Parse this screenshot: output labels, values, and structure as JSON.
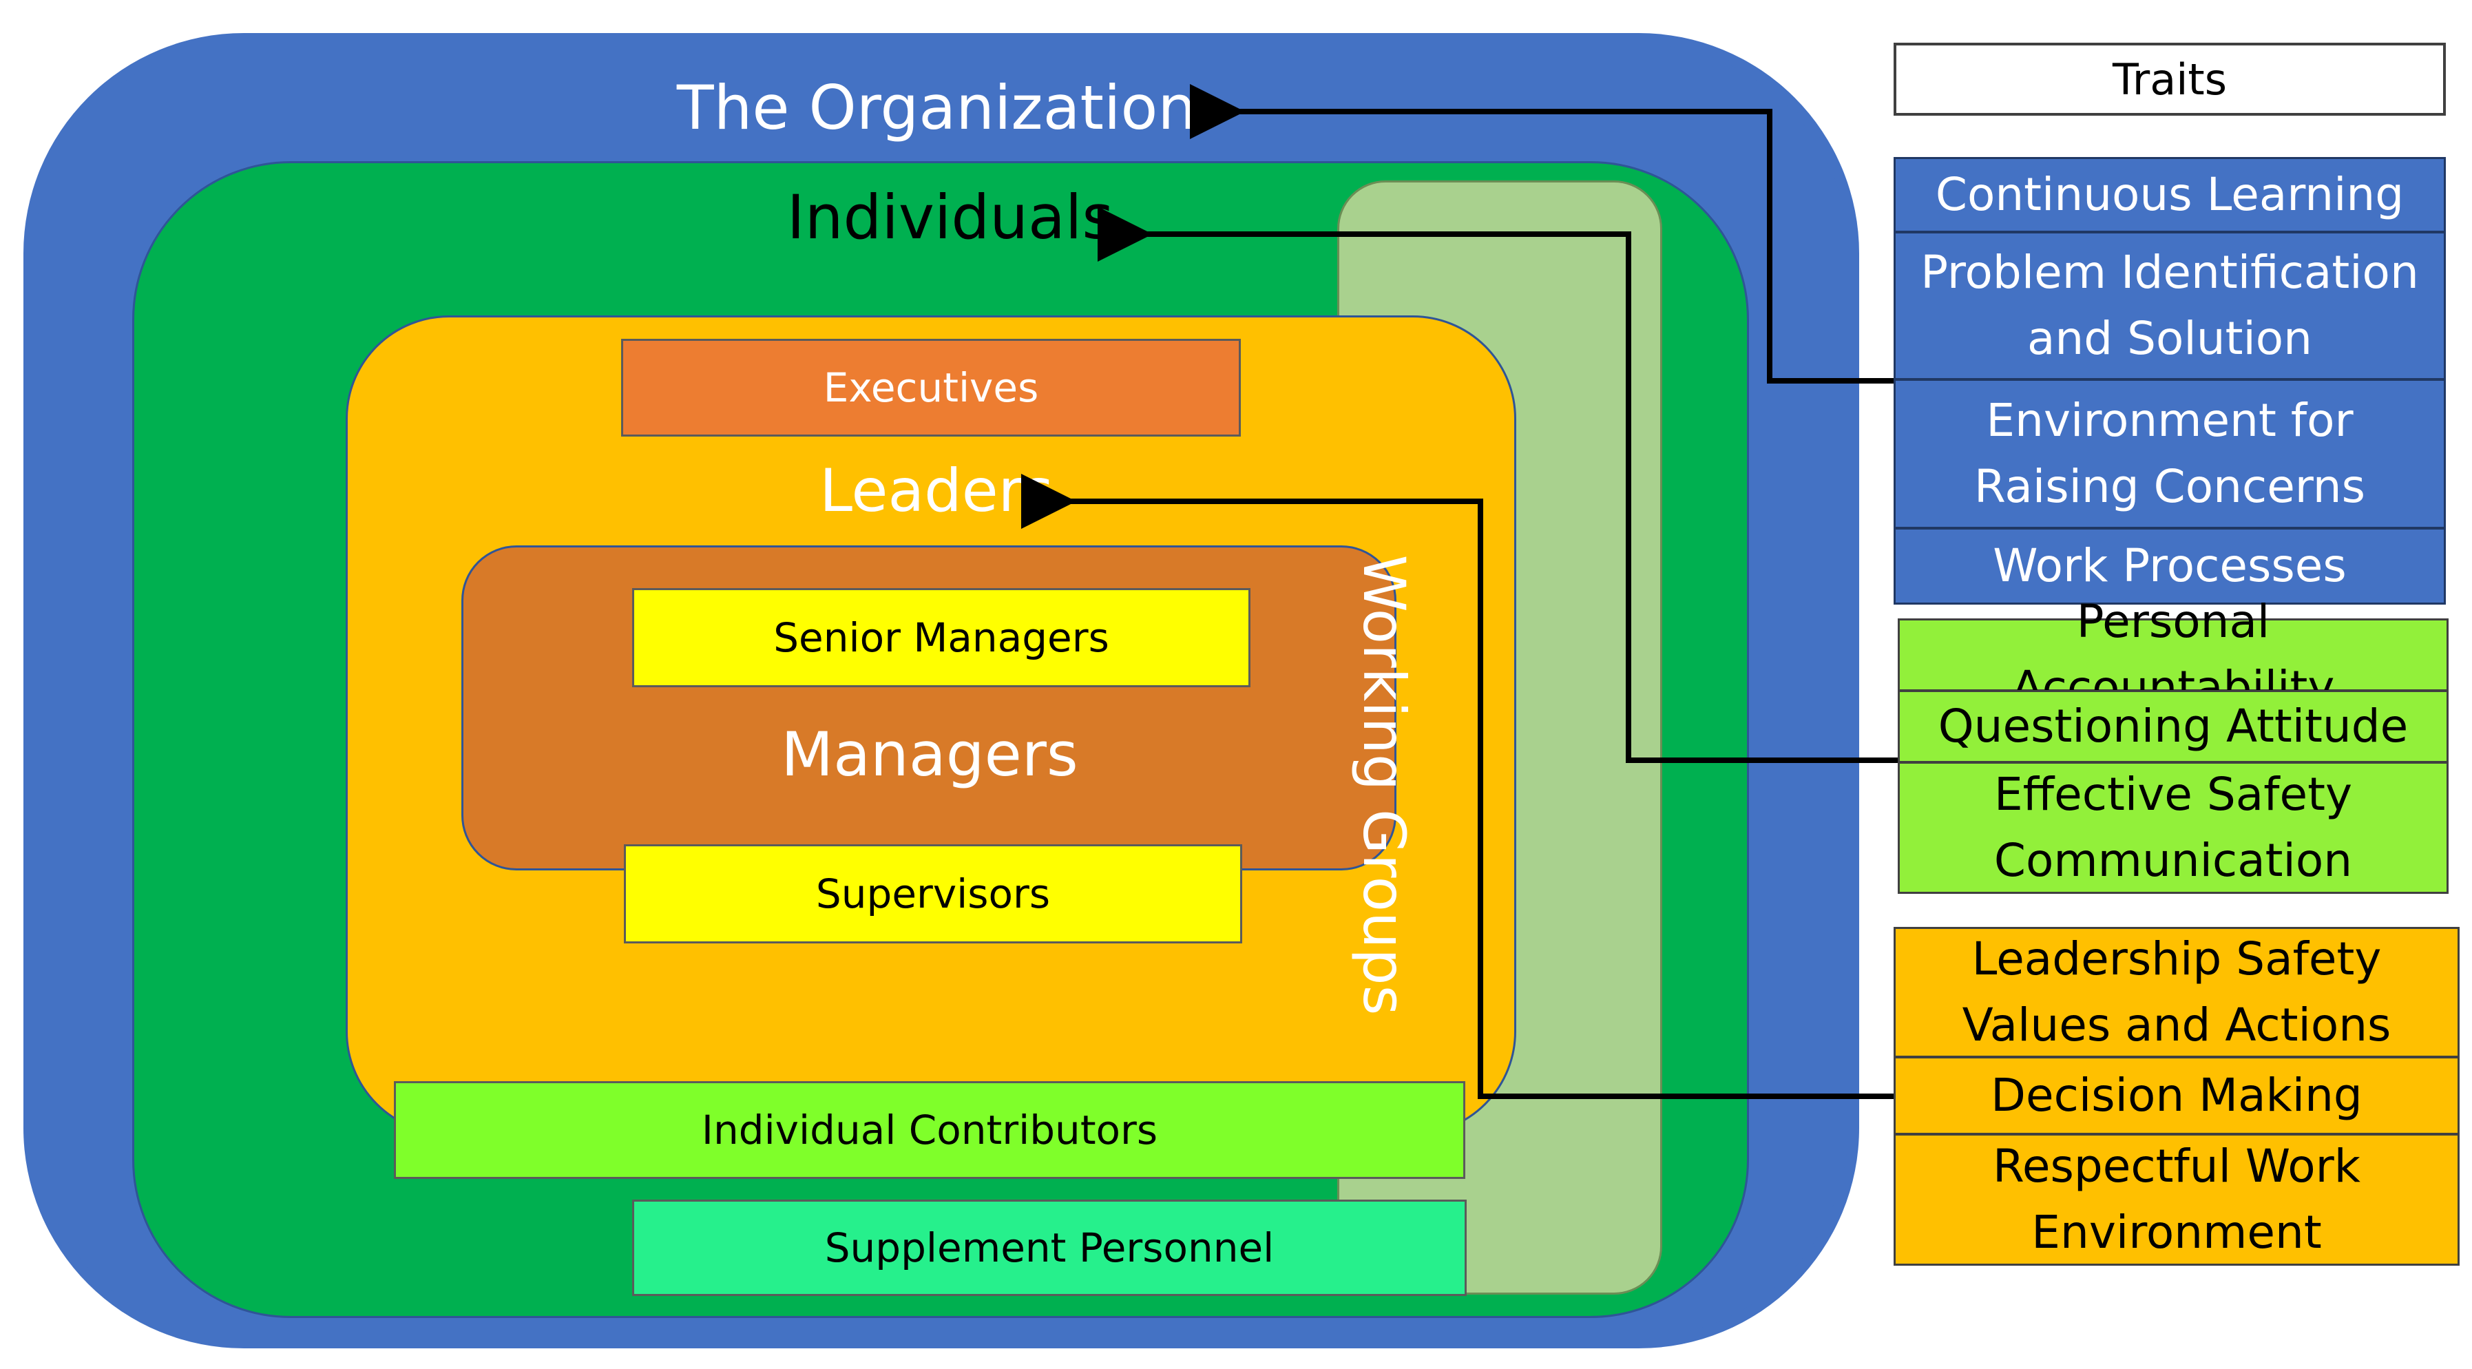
{
  "diagram": {
    "organization_label": "The Organization",
    "individuals_label": "Individuals",
    "working_groups_label": "Working Groups",
    "leaders_label": "Leaders",
    "managers_label": "Managers",
    "roles": {
      "executives": "Executives",
      "senior_managers": "Senior Managers",
      "supervisors": "Supervisors",
      "individual_contributors": "Individual Contributors",
      "supplement_personnel": "Supplement Personnel"
    }
  },
  "traits": {
    "header": "Traits",
    "organization": [
      "Continuous Learning",
      "Problem Identification and Solution",
      "Environment for Raising Concerns",
      "Work Processes"
    ],
    "individuals": [
      "Personal Accountability",
      "Questioning Attitude",
      "Effective Safety Communication"
    ],
    "leaders": [
      "Leadership Safety Values and Actions",
      "Decision Making",
      "Respectful Work Environment"
    ]
  },
  "colors": {
    "organization": "#4472C4",
    "individuals": "#00B050",
    "working_groups": "#A9D18E",
    "leaders": "#FFC000",
    "managers": "#D87A28",
    "executives": "#ED7D31",
    "managers_roles": "#FFFF00",
    "contributors": "#7FFF2A",
    "supplement": "#26F08C"
  }
}
